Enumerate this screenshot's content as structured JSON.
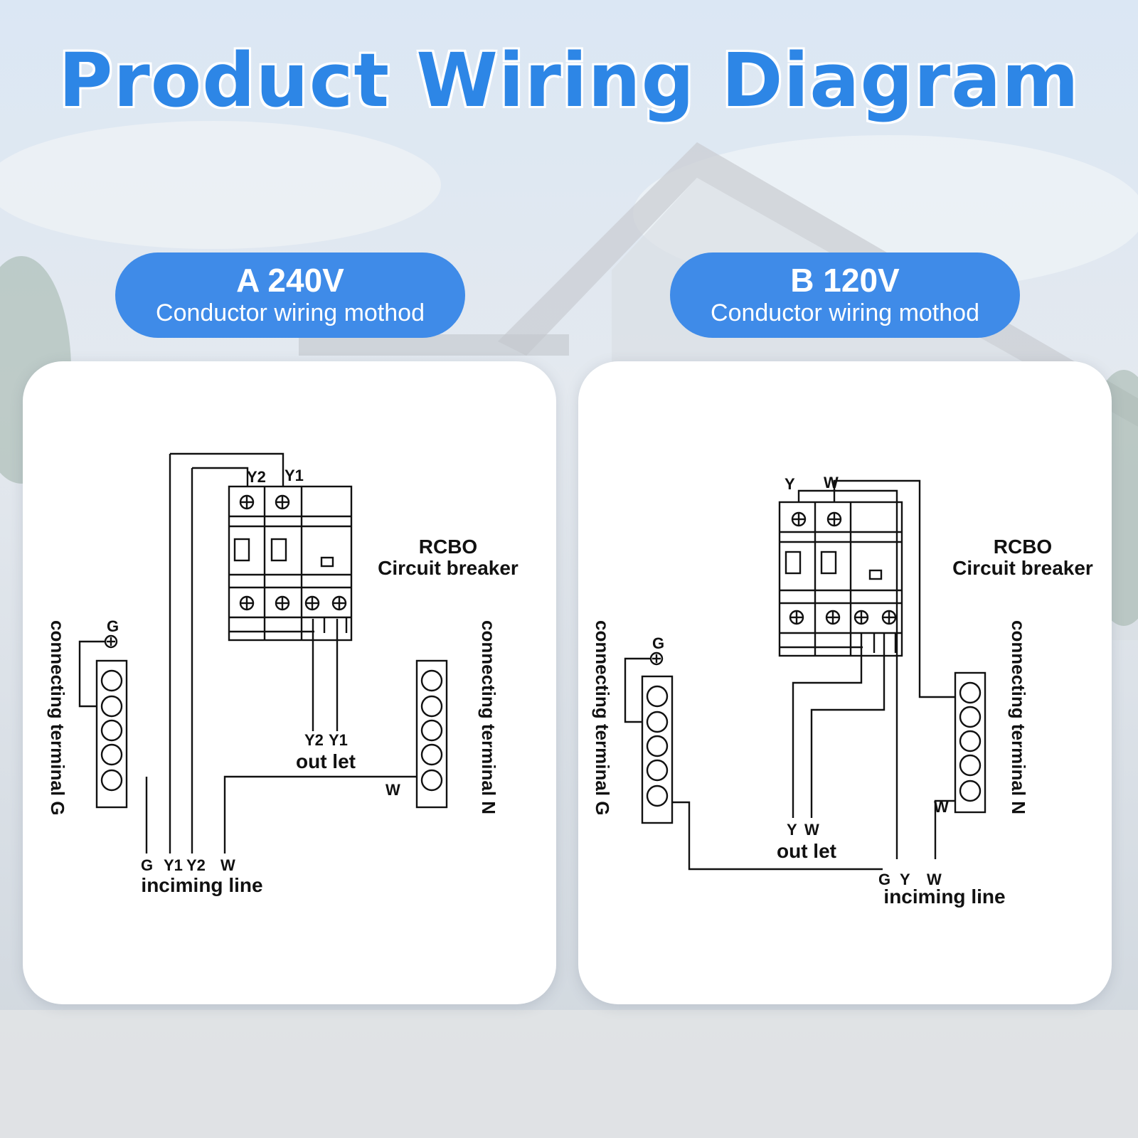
{
  "title": "Product Wiring Diagram",
  "methods": [
    {
      "title": "A 240V",
      "subtitle": "Conductor wiring mothod",
      "breaker_label": [
        "RCBO",
        "Circuit breaker"
      ],
      "terminal_left": "connecting terminal G",
      "terminal_right": "connecting terminal N",
      "top_labels": [
        "Y2",
        "Y1"
      ],
      "outlet_wires": [
        "Y2",
        "Y1"
      ],
      "outlet_label": "out let",
      "incoming_wires": [
        "G",
        "Y1",
        "Y2",
        "W"
      ],
      "incoming_label": "inciming line",
      "ground_mark": "G",
      "neutral_mark": "W"
    },
    {
      "title": "B 120V",
      "subtitle": "Conductor wiring mothod",
      "breaker_label": [
        "RCBO",
        "Circuit breaker"
      ],
      "terminal_left": "connecting terminal G",
      "terminal_right": "connecting terminal N",
      "top_labels": [
        "Y",
        "W"
      ],
      "outlet_wires": [
        "Y",
        "W"
      ],
      "outlet_label": "out let",
      "incoming_wires": [
        "G",
        "Y",
        "W"
      ],
      "incoming_label": "inciming line",
      "ground_mark": "G",
      "neutral_mark": "W"
    }
  ]
}
